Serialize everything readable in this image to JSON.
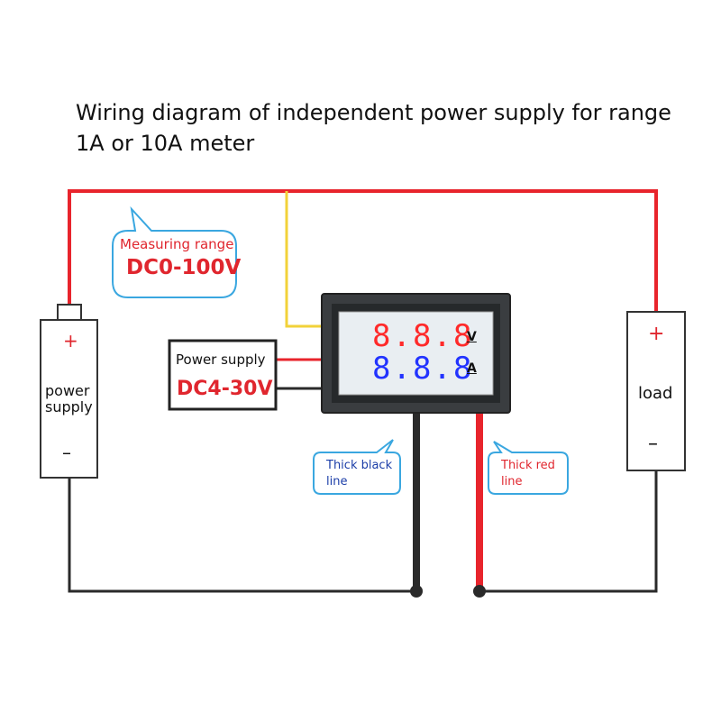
{
  "title": {
    "line1": "Wiring diagram of independent power supply for range",
    "line2": "1A or 10A meter"
  },
  "measuring_bubble": {
    "label": "Measuring range",
    "value": "DC0-100V"
  },
  "power_box": {
    "label": "Power supply",
    "value": "DC4-30V"
  },
  "battery": {
    "plus": "+",
    "label_line1": "power",
    "label_line2": "supply",
    "minus": "–"
  },
  "load": {
    "plus": "+",
    "label": "load",
    "minus": "–"
  },
  "meter": {
    "top_digits": "8.8.8",
    "top_unit": "V",
    "bottom_digits": "8.8.8",
    "bottom_unit": "A"
  },
  "black_bubble": {
    "line1": "Thick black",
    "line2": "line"
  },
  "red_bubble": {
    "line1": "Thick red",
    "line2": "line"
  },
  "colors": {
    "wire_red": "#e8242c",
    "wire_yellow": "#f2d23a",
    "wire_black": "#2a2a2a",
    "bubble_border": "#3aa7e0",
    "digit_red": "#ff2a2a",
    "digit_blue": "#2233ff",
    "text_red": "#e0262e"
  }
}
